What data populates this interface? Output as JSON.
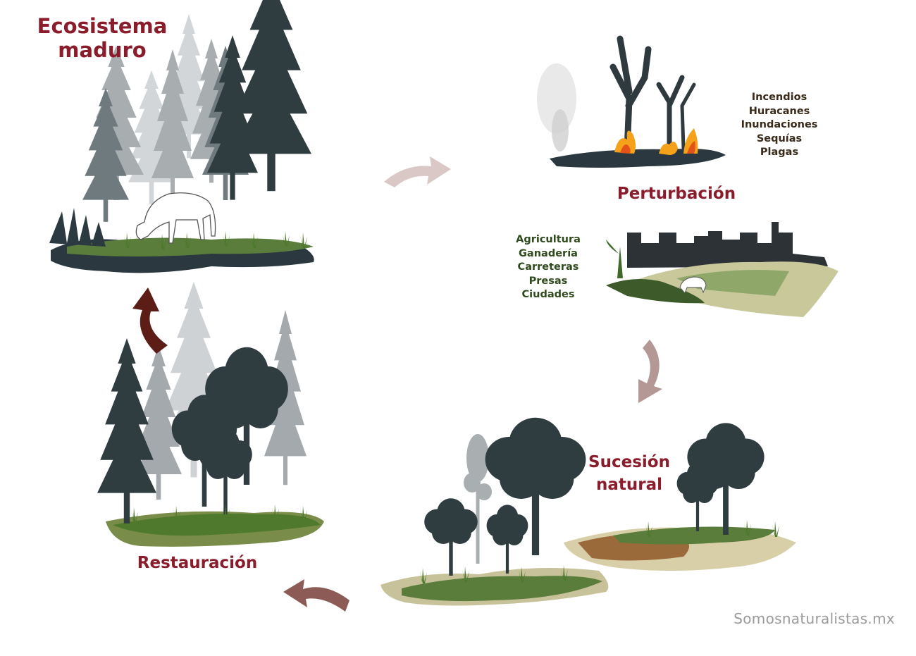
{
  "stages": {
    "mature": {
      "title_line1": "Ecosistema",
      "title_line2": "maduro"
    },
    "disturbance": {
      "title": "Perturbación",
      "natural_causes": [
        "Incendios",
        "Huracanes",
        "Inundaciones",
        "Sequías",
        "Plagas"
      ],
      "human_causes": [
        "Agricultura",
        "Ganadería",
        "Carreteras",
        "Presas",
        "Ciudades"
      ]
    },
    "succession": {
      "title_line1": "Sucesión",
      "title_line2": "natural"
    },
    "restoration": {
      "title": "Restauración"
    }
  },
  "credit": "Somosnaturalistas.mx",
  "colors": {
    "title": "#8a1c2b",
    "natural_causes_text": "#3a2a1a",
    "human_causes_text": "#2f4a1c",
    "arrow_light": "#d9c8c6",
    "arrow_mid": "#b39896",
    "arrow_brown": "#8d5b55",
    "arrow_dark": "#5c1d16"
  }
}
